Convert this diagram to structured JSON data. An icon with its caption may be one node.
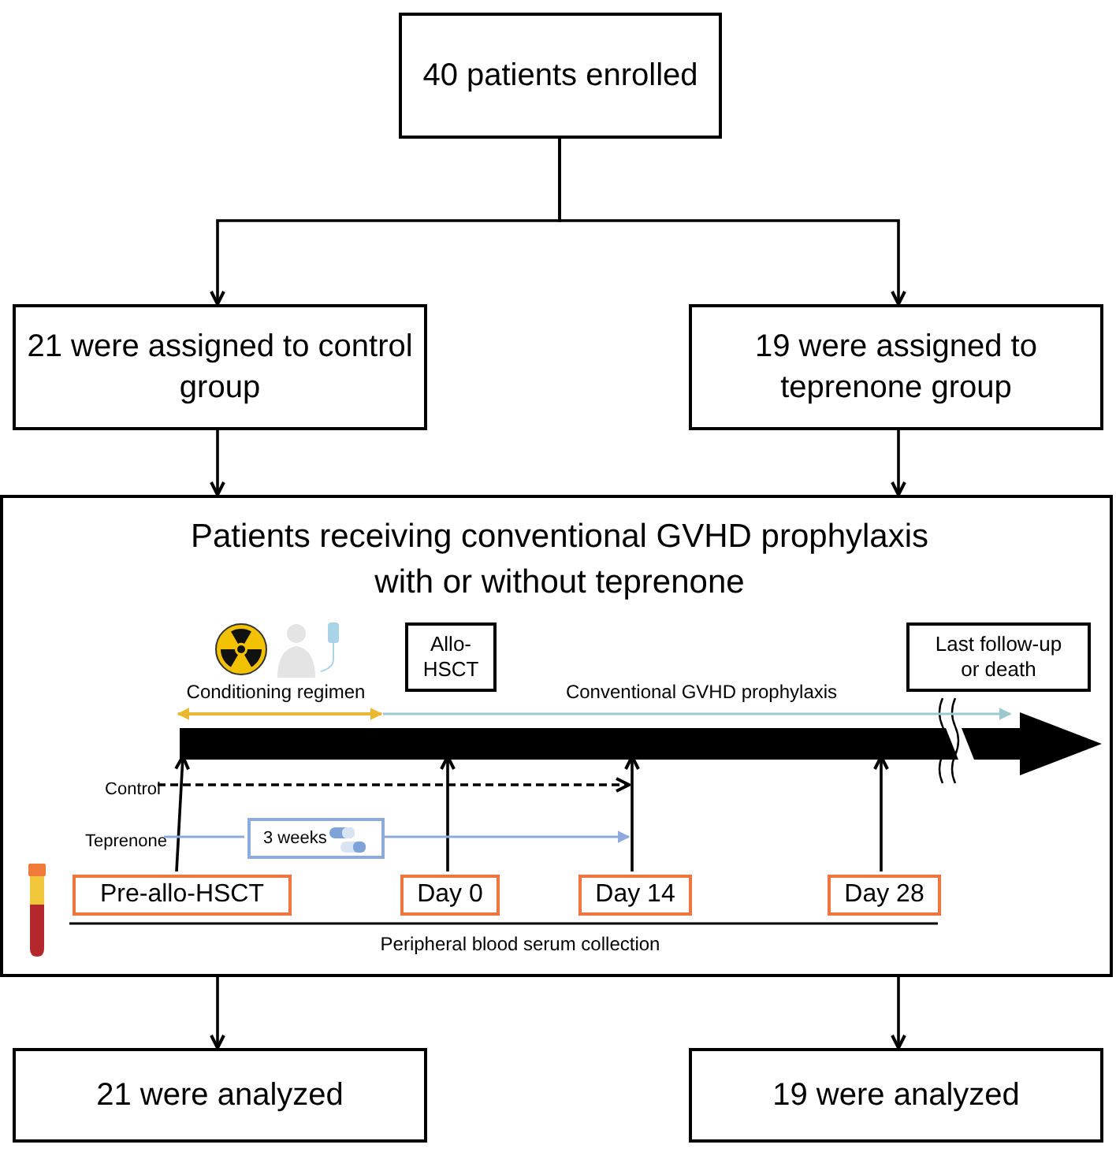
{
  "diagram": {
    "nodes": [
      {
        "text": [
          "40 patients enrolled"
        ]
      },
      {
        "text": [
          "21 were assigned to control group"
        ]
      },
      {
        "text": [
          "19 were assigned to teprenone group"
        ]
      },
      {
        "text": [
          "Patients receiving conventional GVHD prophylaxis with or without teprenone"
        ]
      },
      {
        "text": [
          "Allo-HSCT"
        ],
        "in": 3
      },
      {
        "text": [
          "Last follow-up or death"
        ],
        "in": 3
      },
      {
        "text": [
          "Pre-allo-HSCT"
        ],
        "in": 3
      },
      {
        "text": [
          "Day 0"
        ],
        "in": 3
      },
      {
        "text": [
          "Day 14"
        ],
        "in": 3
      },
      {
        "text": [
          "Day 28"
        ],
        "in": 3
      },
      {
        "text": [
          "21 were analyzed"
        ]
      },
      {
        "text": [
          "19 were analyzed"
        ]
      },
      {
        "text": [],
        "shape": "bar",
        "in": 3
      },
      {
        "text": [
          "3 weeks"
        ],
        "in": 3
      },
      {
        "text": [
          "Control"
        ],
        "in": 3
      },
      {
        "text": [
          "Teprenone"
        ],
        "in": 3
      }
    ],
    "edges": [
      {
        "from": 0,
        "to": 1,
        "arrow": "to"
      },
      {
        "from": 0,
        "to": 2,
        "arrow": "to"
      },
      {
        "from": 1,
        "to": 3,
        "arrow": "to"
      },
      {
        "from": 2,
        "to": 3,
        "arrow": "to"
      },
      {
        "from": 3,
        "to": 10,
        "arrow": "to"
      },
      {
        "from": 3,
        "to": 11,
        "arrow": "to"
      },
      {
        "from": 6,
        "to": 12,
        "arrow": "to"
      },
      {
        "from": 7,
        "to": 12,
        "arrow": "to"
      },
      {
        "from": 8,
        "to": 12,
        "arrow": "to"
      },
      {
        "from": 9,
        "to": 12,
        "arrow": "to"
      },
      {
        "from": 14,
        "to": 12,
        "arrow": "to",
        "style": "dashed"
      },
      {
        "from": 15,
        "to": 13,
        "arrow": "none",
        "color": "#8eaadb"
      },
      {
        "from": 13,
        "to": 8,
        "arrow": "to",
        "color": "#8eaadb"
      },
      {
        "from": 12,
        "to": 5,
        "arrow": "to",
        "color": "#9cc8d0",
        "label": "Conventional GVHD prophylaxis"
      }
    ],
    "labels": [
      "Conditioning regimen",
      "Peripheral blood serum collection"
    ]
  }
}
